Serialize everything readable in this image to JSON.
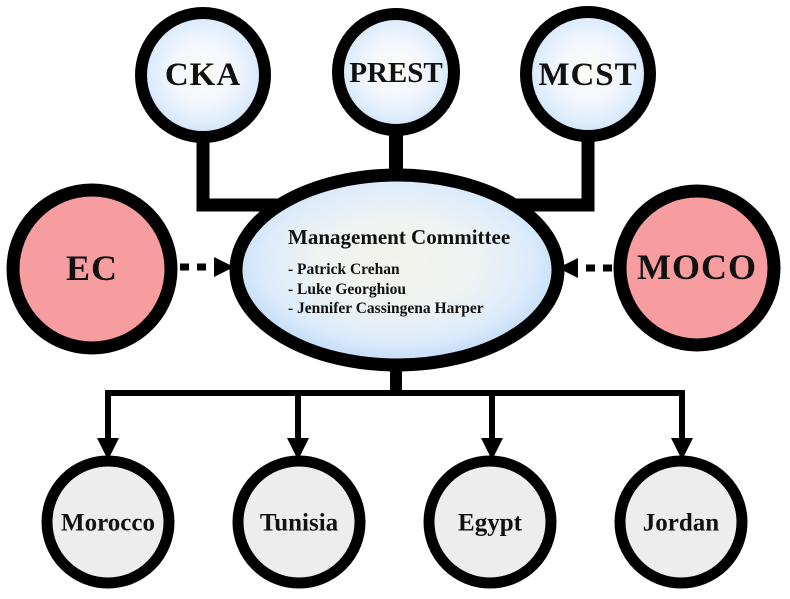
{
  "diagram": {
    "top_nodes": [
      {
        "label": "CKA"
      },
      {
        "label": "PREST"
      },
      {
        "label": "MCST"
      }
    ],
    "left_node": {
      "label": "EC"
    },
    "right_node": {
      "label": "MOCO"
    },
    "committee": {
      "title": "Management Committee",
      "members": [
        "- Patrick Crehan",
        "- Luke Georghiou",
        "- Jennifer Cassingena Harper"
      ]
    },
    "bottom_nodes": [
      {
        "label": "Morocco"
      },
      {
        "label": "Tunisia"
      },
      {
        "label": "Egypt"
      },
      {
        "label": "Jordan"
      }
    ],
    "colors": {
      "background": "#ffffff",
      "line": "#000000",
      "text": "#111111",
      "blue_node_edge": "#b2d3f3",
      "blue_node_center": "#fdfcf6",
      "ellipse_edge": "#a9cdf1",
      "ellipse_center": "#f3f2eb",
      "pink": "#f79da0",
      "gray": "#ededed"
    }
  }
}
